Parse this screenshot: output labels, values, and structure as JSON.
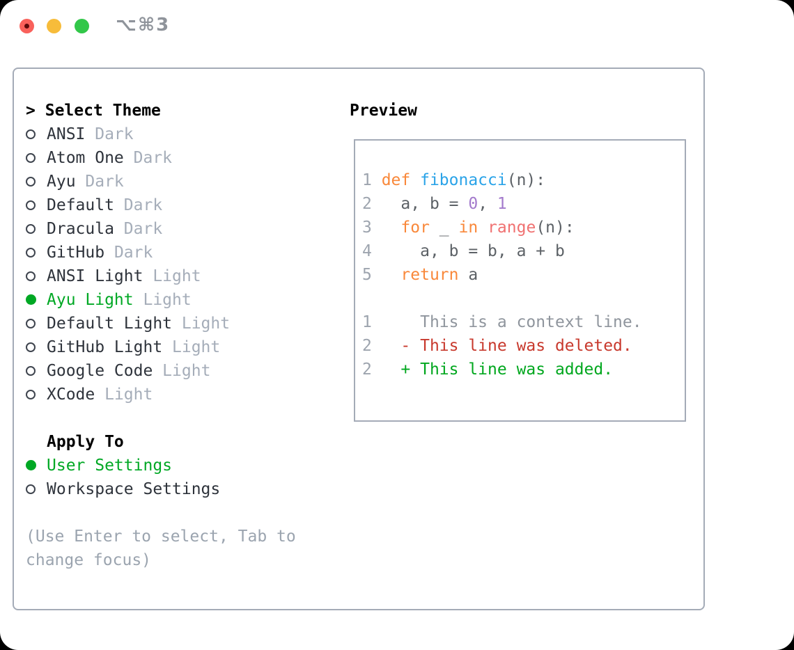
{
  "titlebar": {
    "shortcut": "⌥⌘3"
  },
  "colors": {
    "text_header": "#000000",
    "text_primary": "#2E333B",
    "text_muted": "#A5ADB9",
    "hint": "#9BA4AF",
    "selected_green": "#00A824",
    "border": "#A4ABB7",
    "traffic_red": "#F9615B",
    "traffic_yellow": "#F7BC3A",
    "traffic_green": "#32C749",
    "line_number": "#9DA4AE",
    "keyword": "#F9883A",
    "function": "#2AA3E8",
    "number": "#A37ACC",
    "call": "#F07171",
    "code_fg": "#5C6166",
    "diff_context": "#8F959D",
    "diff_deleted": "#C8392D",
    "diff_added": "#00A71E"
  },
  "theme_picker": {
    "prompt": ">",
    "title": "Select Theme",
    "items": [
      {
        "name": "ANSI",
        "tag": "Dark",
        "selected": false
      },
      {
        "name": "Atom One",
        "tag": "Dark",
        "selected": false
      },
      {
        "name": "Ayu",
        "tag": "Dark",
        "selected": false
      },
      {
        "name": "Default",
        "tag": "Dark",
        "selected": false
      },
      {
        "name": "Dracula",
        "tag": "Dark",
        "selected": false
      },
      {
        "name": "GitHub",
        "tag": "Dark",
        "selected": false
      },
      {
        "name": "ANSI Light",
        "tag": "Light",
        "selected": false
      },
      {
        "name": "Ayu Light",
        "tag": "Light",
        "selected": true
      },
      {
        "name": "Default Light",
        "tag": "Light",
        "selected": false
      },
      {
        "name": "GitHub Light",
        "tag": "Light",
        "selected": false
      },
      {
        "name": "Google Code",
        "tag": "Light",
        "selected": false
      },
      {
        "name": "XCode",
        "tag": "Light",
        "selected": false
      }
    ]
  },
  "apply_to": {
    "title": "Apply To",
    "options": [
      {
        "name": "User Settings",
        "selected": true
      },
      {
        "name": "Workspace Settings",
        "selected": false
      }
    ]
  },
  "hint": [
    "(Use Enter to select, Tab to",
    "change focus)"
  ],
  "preview": {
    "title": "Preview",
    "lines": [
      [
        {
          "t": "1 ",
          "c": "line_number"
        },
        {
          "t": "def ",
          "c": "keyword"
        },
        {
          "t": "fibonacci",
          "c": "function"
        },
        {
          "t": "(n):",
          "c": "code_fg"
        }
      ],
      [
        {
          "t": "2 ",
          "c": "line_number"
        },
        {
          "t": "  a, b = ",
          "c": "code_fg"
        },
        {
          "t": "0",
          "c": "number"
        },
        {
          "t": ", ",
          "c": "code_fg"
        },
        {
          "t": "1",
          "c": "number"
        }
      ],
      [
        {
          "t": "3 ",
          "c": "line_number"
        },
        {
          "t": "  ",
          "c": "code_fg"
        },
        {
          "t": "for",
          "c": "keyword"
        },
        {
          "t": " _ ",
          "c": "code_fg"
        },
        {
          "t": "in",
          "c": "keyword"
        },
        {
          "t": " ",
          "c": "code_fg"
        },
        {
          "t": "range",
          "c": "call"
        },
        {
          "t": "(n):",
          "c": "code_fg"
        }
      ],
      [
        {
          "t": "4 ",
          "c": "line_number"
        },
        {
          "t": "    a, b = b, a + b",
          "c": "code_fg"
        }
      ],
      [
        {
          "t": "5 ",
          "c": "line_number"
        },
        {
          "t": "  ",
          "c": "code_fg"
        },
        {
          "t": "return",
          "c": "keyword"
        },
        {
          "t": " a",
          "c": "code_fg"
        }
      ],
      [],
      [
        {
          "t": "1 ",
          "c": "line_number"
        },
        {
          "t": "    This is a context line.",
          "c": "diff_context"
        }
      ],
      [
        {
          "t": "2 ",
          "c": "line_number"
        },
        {
          "t": "  - This line was deleted.",
          "c": "diff_deleted"
        }
      ],
      [
        {
          "t": "2 ",
          "c": "line_number"
        },
        {
          "t": "  + This line was added.",
          "c": "diff_added"
        }
      ]
    ]
  }
}
